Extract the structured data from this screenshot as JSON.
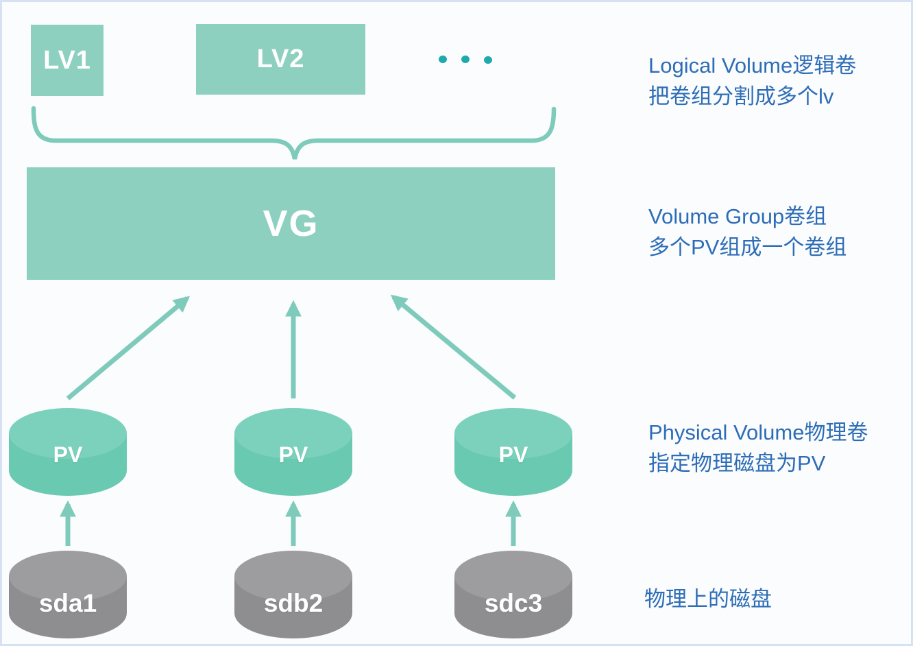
{
  "diagram": {
    "lv_row": {
      "boxes": [
        {
          "label": "LV1"
        },
        {
          "label": "LV2"
        }
      ],
      "ellipsis": "..."
    },
    "vg": {
      "label": "VG"
    },
    "pv_row": [
      {
        "label": "PV"
      },
      {
        "label": "PV"
      },
      {
        "label": "PV"
      }
    ],
    "disk_row": [
      {
        "label": "sda1"
      },
      {
        "label": "sdb2"
      },
      {
        "label": "sdc3"
      }
    ],
    "annotations": [
      {
        "lines": [
          "Logical Volume逻辑卷",
          "把卷组分割成多个lv"
        ]
      },
      {
        "lines": [
          "Volume Group卷组",
          "多个PV组成一个卷组"
        ]
      },
      {
        "lines": [
          "Physical Volume物理卷",
          "指定物理磁盘为PV"
        ]
      },
      {
        "lines": [
          "物理上的磁盘"
        ]
      }
    ],
    "colors": {
      "box_teal": "#8dd0c0",
      "cylinder_teal_top": "#7bd1bc",
      "cylinder_teal_body": "#6ac9b1",
      "cylinder_gray_top": "#9d9da0",
      "cylinder_gray_body": "#8e8e90",
      "arrow_teal": "#7ecbbb",
      "dots_teal": "#1fa9ac",
      "text_blue": "#2e6db6",
      "label_white": "#ffffff"
    }
  }
}
